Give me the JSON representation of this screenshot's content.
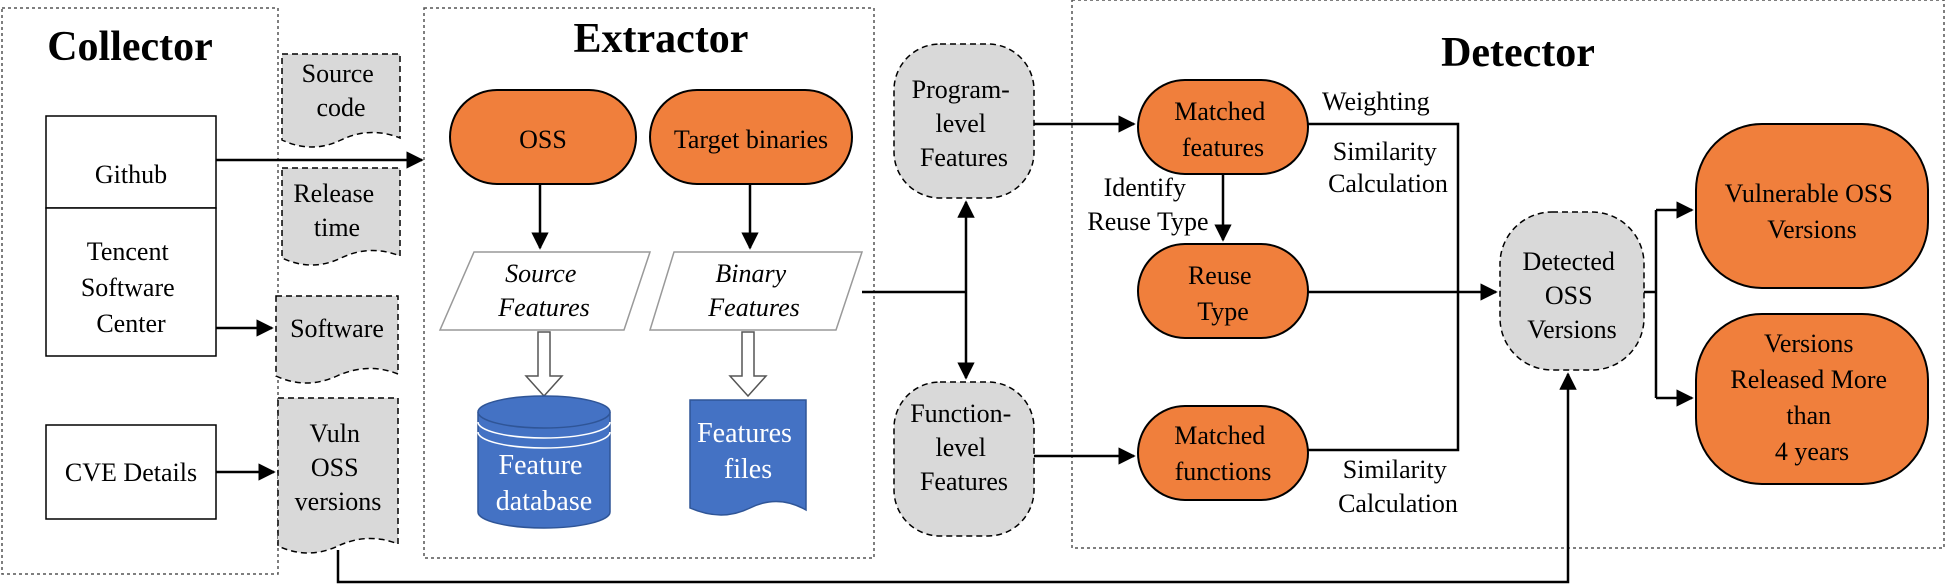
{
  "sections": {
    "collector": "Collector",
    "extractor": "Extractor",
    "detector": "Detector"
  },
  "collector": {
    "github": "Github",
    "tencent": [
      "Tencent",
      "Software",
      "Center"
    ],
    "cve": "CVE Details"
  },
  "docs": {
    "source_code": [
      "Source",
      "code"
    ],
    "release_time": [
      "Release",
      "time"
    ],
    "software": [
      "Software"
    ],
    "vuln": [
      "Vuln",
      "OSS",
      "versions"
    ]
  },
  "extractor": {
    "oss": "OSS",
    "target": "Target binaries",
    "source_features": [
      "Source",
      "Features"
    ],
    "binary_features": [
      "Binary",
      "Features"
    ],
    "feature_db": [
      "Feature",
      "database"
    ],
    "features_files": [
      "Features",
      "files"
    ]
  },
  "middle": {
    "program_level": [
      "Program-",
      "level",
      "Features"
    ],
    "function_level": [
      "Function-",
      "level",
      "Features"
    ]
  },
  "detector": {
    "matched_features": [
      "Matched",
      "features"
    ],
    "reuse_type": [
      "Reuse",
      "Type"
    ],
    "matched_functions": [
      "Matched",
      "functions"
    ],
    "detected": [
      "Detected",
      "OSS",
      "Versions"
    ],
    "vulnerable": [
      "Vulnerable OSS",
      "Versions"
    ],
    "released": [
      "Versions",
      "Released More",
      "than",
      "4 years"
    ]
  },
  "edge_labels": {
    "weighting": "Weighting",
    "similarity_top": [
      "Similarity",
      "Calculation"
    ],
    "identify": [
      "Identify",
      "Reuse Type"
    ],
    "similarity_bottom": [
      "Similarity",
      "Calculation"
    ]
  },
  "colors": {
    "orange": "#F07F3C",
    "gray": "#D9D9D9",
    "blue": "#4472C4"
  }
}
